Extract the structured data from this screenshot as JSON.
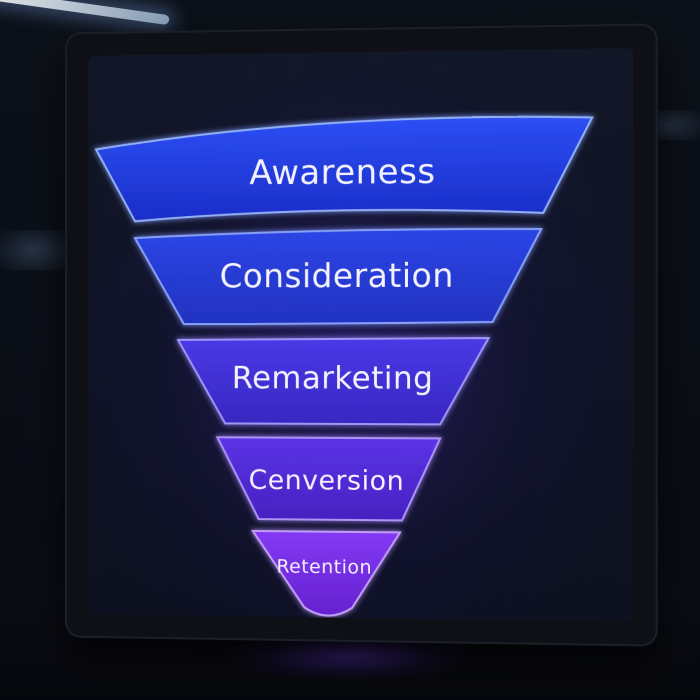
{
  "funnel": {
    "stages": [
      {
        "label": "Awareness",
        "color": "#1f3df0"
      },
      {
        "label": "Consideration",
        "color": "#2a40e6"
      },
      {
        "label": "Remarketing",
        "color": "#4a30e0"
      },
      {
        "label": "Cenversion",
        "color": "#5a2ae0"
      },
      {
        "label": "Retention",
        "color": "#7a2cf0"
      }
    ]
  },
  "colors": {
    "edge_glow": "#8fb0ff",
    "text": "#f4f2ff"
  }
}
